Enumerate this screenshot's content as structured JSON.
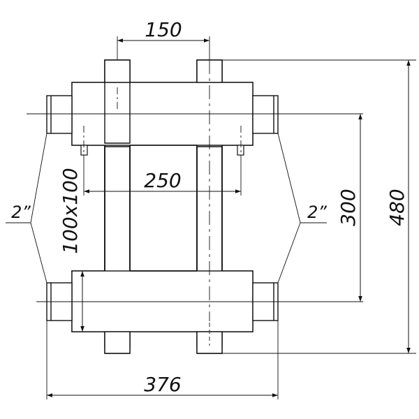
{
  "drawing": {
    "dimensions": {
      "top_spacing": "150",
      "bracket_spacing": "250",
      "overall_width": "376",
      "header_spacing": "300",
      "overall_height": "480",
      "section": "100x100"
    },
    "thread_left": "2”",
    "thread_right": "2”"
  },
  "colors": {
    "line": "#111111",
    "background": "#ffffff"
  }
}
